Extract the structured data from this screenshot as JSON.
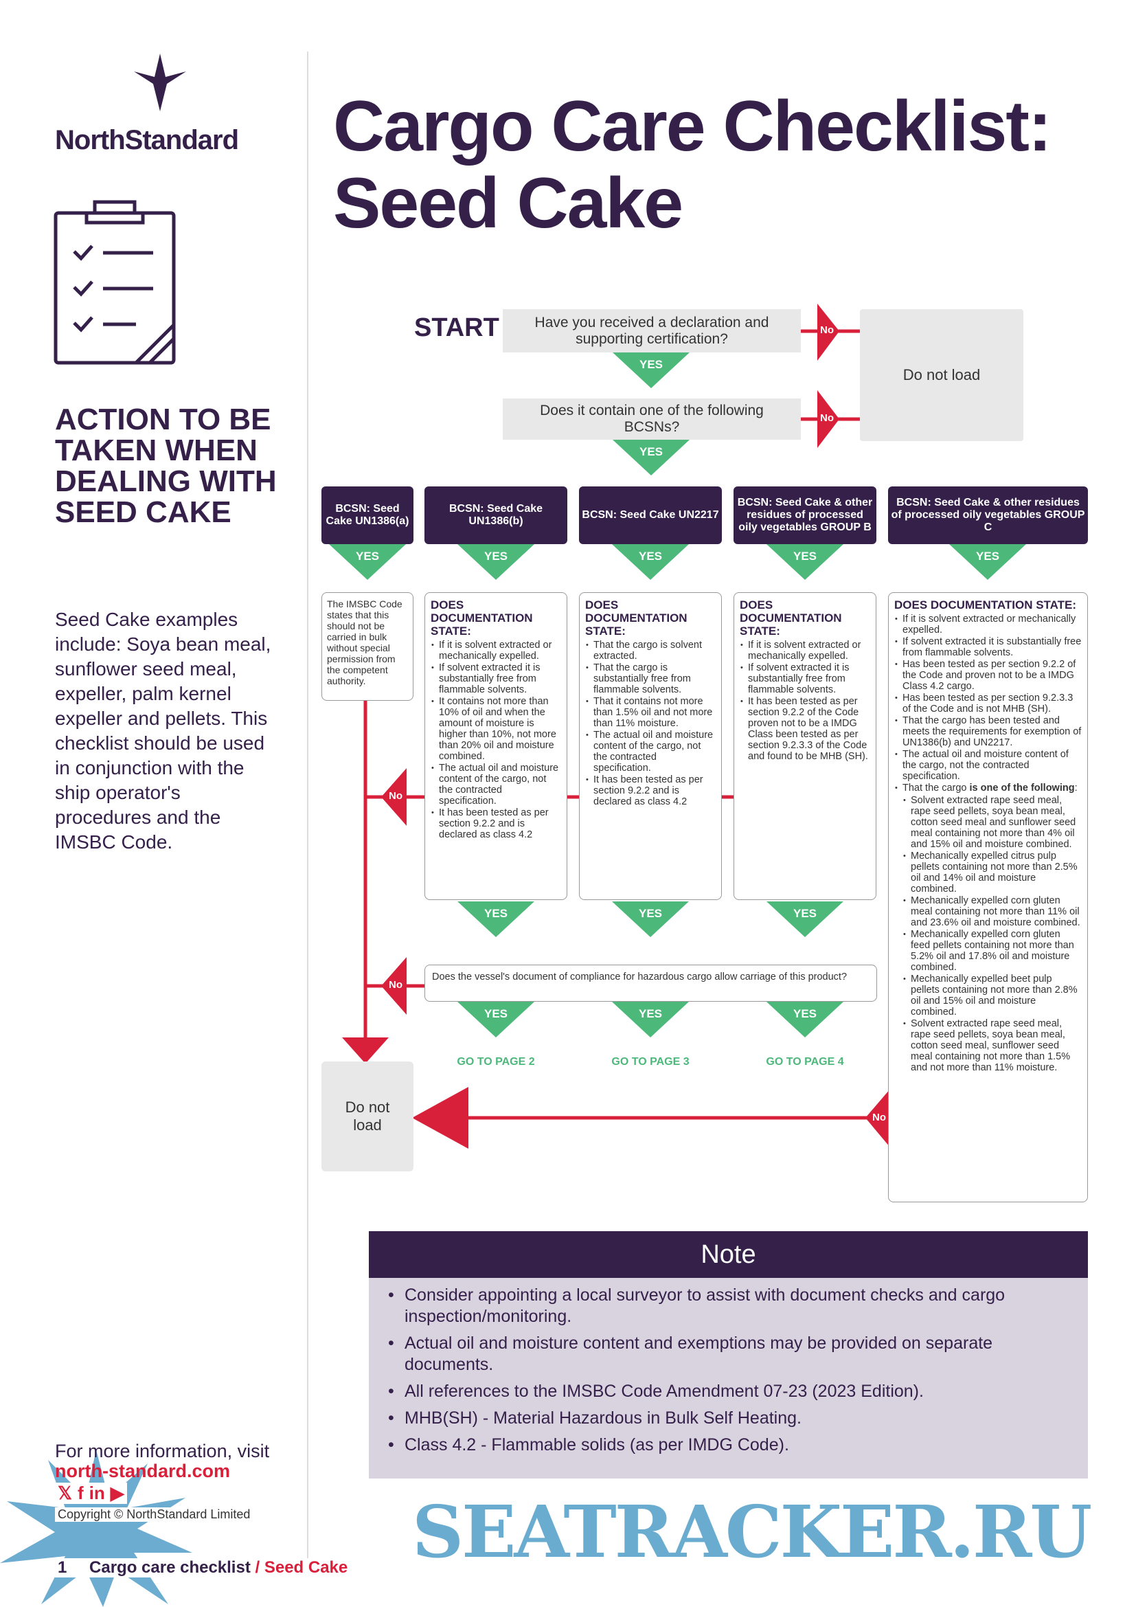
{
  "brand": {
    "name": "NorthStandard",
    "color": "#35204a"
  },
  "title": {
    "line1": "Cargo Care Checklist:",
    "line2": "Seed Cake"
  },
  "sidebar": {
    "heading": "ACTION TO BE TAKEN WHEN DEALING WITH SEED CAKE",
    "examples": "Seed Cake examples include: Soya bean meal, sunflower seed meal, expeller, palm kernel expeller and pellets.",
    "usage": "This checklist should be used in conjunction with the ship operator's procedures and the IMSBC Code.",
    "more_info": "For more information, visit",
    "link": "north-standard.com",
    "social_icons": [
      "x-icon",
      "facebook-icon",
      "linkedin-icon",
      "youtube-icon"
    ],
    "copyright": "Copyright © NorthStandard Limited",
    "page_number": "1",
    "footer_title": "Cargo care checklist",
    "footer_sub": "/ Seed Cake"
  },
  "flow": {
    "start": "START",
    "q1": "Have you received a declaration and supporting certification?",
    "q2": "Does it contain one of the following BCSNs?",
    "yes": "YES",
    "no": "No",
    "do_not_load": "Do not load",
    "compliance_q": "Does the vessel's document of compliance for hazardous cargo allow carriage of this product?",
    "goto": [
      "GO TO PAGE 2",
      "GO TO PAGE 3",
      "GO TO PAGE 4"
    ],
    "columns": [
      {
        "header": "BCSN: Seed Cake UN1386(a)",
        "text": "The IMSBC Code states that this should not be carried in bulk without special permission from the competent authority."
      },
      {
        "header": "BCSN: Seed Cake UN1386(b)",
        "heading": "DOES DOCUMENTATION STATE:",
        "items": [
          "If it is solvent extracted or mechanically expelled.",
          "If solvent extracted it is substantially free from flammable solvents.",
          "It contains not more than 10% of oil and when the amount of moisture is higher than 10%, not more than 20% oil and moisture combined.",
          "The actual oil and moisture content of the cargo, not the contracted specification.",
          "It has been tested as per section 9.2.2 and is declared as class 4.2"
        ]
      },
      {
        "header": "BCSN: Seed Cake UN2217",
        "heading": "DOES DOCUMENTATION STATE:",
        "items": [
          "That the cargo is solvent extracted.",
          "That the cargo is substantially free from flammable solvents.",
          "That it contains not more than 1.5% oil and not more than 11% moisture.",
          "The actual oil and moisture content of the cargo, not the contracted specification.",
          "It has been tested as per section 9.2.2 and is declared as class 4.2"
        ]
      },
      {
        "header": "BCSN: Seed Cake & other residues of processed oily vegetables GROUP B",
        "heading": "DOES DOCUMENTATION STATE:",
        "items": [
          "If it is solvent extracted or mechanically expelled.",
          "If solvent extracted it is substantially free from flammable solvents.",
          "It has been tested as per section 9.2.2 of the Code proven not to be a IMDG Class been tested as per section 9.2.3.3 of the Code and found to be MHB (SH)."
        ]
      },
      {
        "header": "BCSN: Seed Cake & other residues of processed oily vegetables GROUP C",
        "heading": "DOES DOCUMENTATION STATE:",
        "items": [
          "If it is solvent extracted or mechanically expelled.",
          "If solvent extracted it is substantially free from flammable solvents.",
          "Has been tested as per section 9.2.2 of the Code and proven not to be a IMDG Class 4.2 cargo.",
          "Has been tested as per section 9.2.3.3 of the Code and is not MHB (SH).",
          "That the cargo has been tested and meets the requirements for exemption of UN1386(b) and UN2217.",
          "The actual oil and moisture content of the cargo, not the contracted specification."
        ],
        "last_item_prefix": "That the cargo ",
        "last_item_bold": "is one of the following",
        "subitems": [
          "Solvent extracted rape seed meal, rape seed pellets, soya bean meal, cotton seed meal and sunflower seed meal containing not more than 4% oil and 15% oil and moisture combined.",
          "Mechanically expelled citrus pulp pellets containing not more than 2.5% oil and 14% oil and moisture combined.",
          "Mechanically expelled corn gluten meal containing not more than 11% oil and 23.6% oil and moisture combined.",
          "Mechanically expelled corn gluten feed pellets containing not more than 5.2% oil and 17.8% oil and moisture combined.",
          "Mechanically expelled beet pulp pellets containing not more than 2.8% oil and 15% oil and moisture combined.",
          "Solvent extracted rape seed meal, rape seed pellets, soya bean meal, cotton seed meal, sunflower seed meal containing not more than 1.5% and not more than 11% moisture."
        ]
      }
    ]
  },
  "note": {
    "title": "Note",
    "items": [
      "Consider appointing a local surveyor to assist with document checks and cargo inspection/monitoring.",
      "Actual oil and moisture content and exemptions may be provided on separate documents.",
      "All references to the IMSBC Code Amendment 07-23 (2023 Edition).",
      "MHB(SH) - Material Hazardous in Bulk Self Heating.",
      "Class 4.2 - Flammable solids (as per IMDG Code)."
    ]
  },
  "watermark": "SEATRACKER.RU",
  "colors": {
    "purple": "#35204a",
    "green": "#4cb87a",
    "red": "#d8203a",
    "grey": "#e8e8e8",
    "lavender": "#d9d3e0",
    "watermark": "#5ea5cc"
  }
}
